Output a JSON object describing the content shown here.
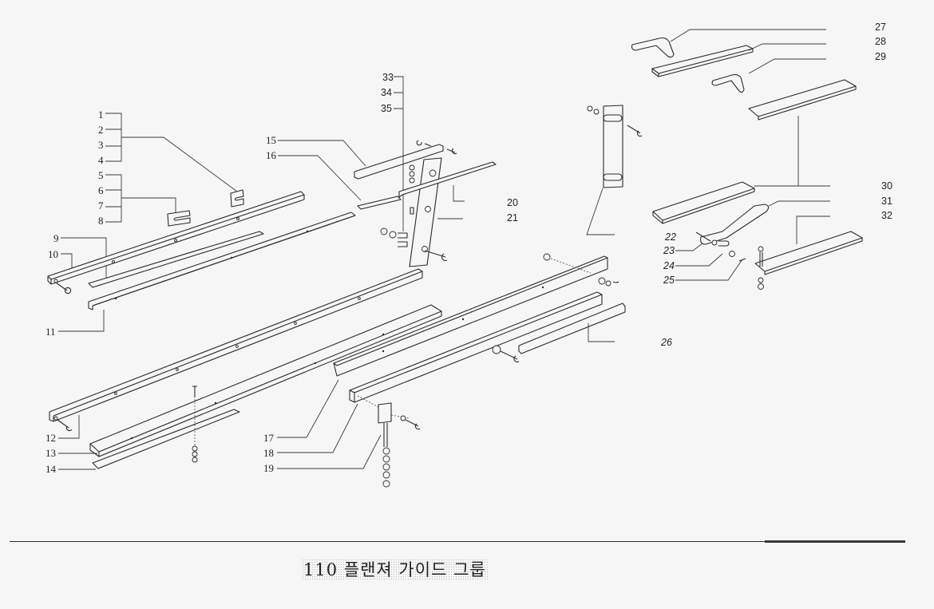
{
  "caption": {
    "number": "110",
    "title": "플랜져 가이드 그룹",
    "full": "110 플랜져 가이드 그룹"
  },
  "callouts": {
    "c1": "1",
    "c2": "2",
    "c3": "3",
    "c4": "4",
    "c5": "5",
    "c6": "6",
    "c7": "7",
    "c8": "8",
    "c9": "9",
    "c10": "10",
    "c11": "11",
    "c12": "12",
    "c13": "13",
    "c14": "14",
    "c15": "15",
    "c16": "16",
    "c17": "17",
    "c18": "18",
    "c19": "19",
    "c20": "20",
    "c21": "21",
    "c22": "22",
    "c23": "23",
    "c24": "24",
    "c25": "25",
    "c26": "26",
    "c27": "27",
    "c28": "28",
    "c29": "29",
    "c30": "30",
    "c31": "31",
    "c32": "32",
    "c33": "33",
    "c34": "34",
    "c35": "35"
  },
  "callout_groups": [
    {
      "labels": [
        "1",
        "2",
        "3",
        "4"
      ],
      "points_to": "shim-plate-upper"
    },
    {
      "labels": [
        "5",
        "6",
        "7",
        "8"
      ],
      "points_to": "shim-plate-lower"
    },
    {
      "labels": [
        "33",
        "34",
        "35"
      ],
      "points_to": "bolt-washer-stack"
    },
    {
      "labels": [
        "27",
        "28",
        "29"
      ],
      "points_to": "upper-brackets-and-rail"
    },
    {
      "labels": [
        "30",
        "31",
        "32"
      ],
      "points_to": "right-rails-and-arm"
    }
  ]
}
